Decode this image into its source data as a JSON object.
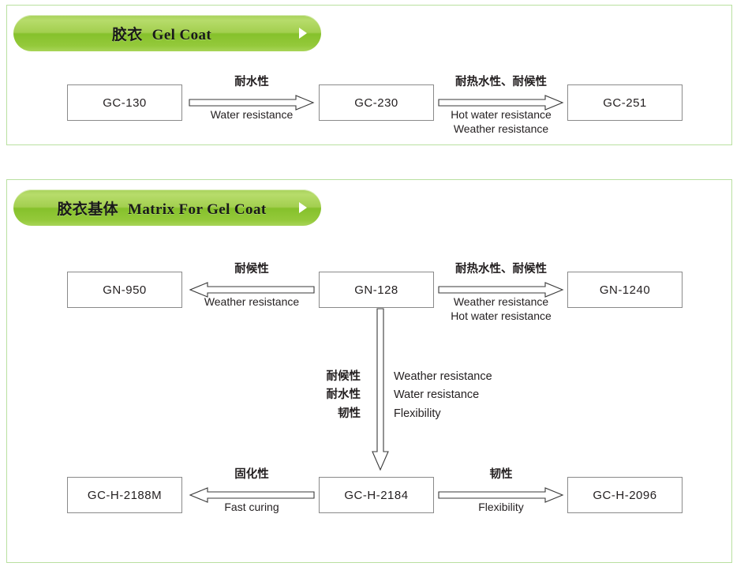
{
  "panels": [
    {
      "id": "gel-coat",
      "header": {
        "cn": "胶衣",
        "en": "Gel Coat",
        "arrow_icon": "play-triangle-icon"
      },
      "nodes": [
        {
          "id": "gc-130",
          "label": "GC-130"
        },
        {
          "id": "gc-230",
          "label": "GC-230"
        },
        {
          "id": "gc-251",
          "label": "GC-251"
        }
      ],
      "arrows": [
        {
          "id": "gc-130-to-gc-230",
          "direction": "right",
          "from": "GC-130",
          "to": "GC-230",
          "cn": [
            "耐水性"
          ],
          "en": [
            "Water resistance"
          ]
        },
        {
          "id": "gc-230-to-gc-251",
          "direction": "right",
          "from": "GC-230",
          "to": "GC-251",
          "cn": [
            "耐热水性、耐候性"
          ],
          "en": [
            "Hot water resistance",
            "Weather resistance"
          ]
        }
      ]
    },
    {
      "id": "matrix-for-gel-coat",
      "header": {
        "cn": "胶衣基体",
        "en": "Matrix For Gel Coat",
        "arrow_icon": "play-triangle-icon"
      },
      "nodes": [
        {
          "id": "gn-950",
          "label": "GN-950"
        },
        {
          "id": "gn-128",
          "label": "GN-128"
        },
        {
          "id": "gn-1240",
          "label": "GN-1240"
        },
        {
          "id": "gc-h-2188m",
          "label": "GC-H-2188M"
        },
        {
          "id": "gc-h-2184",
          "label": "GC-H-2184"
        },
        {
          "id": "gc-h-2096",
          "label": "GC-H-2096"
        }
      ],
      "arrows": [
        {
          "id": "gn-128-to-gn-950",
          "direction": "left",
          "from": "GN-128",
          "to": "GN-950",
          "cn": [
            "耐候性"
          ],
          "en": [
            "Weather resistance"
          ]
        },
        {
          "id": "gn-128-to-gn-1240",
          "direction": "right",
          "from": "GN-128",
          "to": "GN-1240",
          "cn": [
            "耐热水性、耐候性"
          ],
          "en": [
            "Weather resistance",
            "Hot water resistance"
          ]
        },
        {
          "id": "gn-128-to-gc-h-2184",
          "direction": "down",
          "from": "GN-128",
          "to": "GC-H-2184",
          "cn": [
            "耐候性",
            "耐水性",
            "韧性"
          ],
          "en": [
            "Weather resistance",
            "Water resistance",
            "Flexibility"
          ]
        },
        {
          "id": "gc-h-2184-to-gc-h-2188m",
          "direction": "left",
          "from": "GC-H-2184",
          "to": "GC-H-2188M",
          "cn": [
            "固化性"
          ],
          "en": [
            "Fast curing"
          ]
        },
        {
          "id": "gc-h-2184-to-gc-h-2096",
          "direction": "right",
          "from": "GC-H-2184",
          "to": "GC-H-2096",
          "cn": [
            "韧性"
          ],
          "en": [
            "Flexibility"
          ]
        }
      ]
    }
  ],
  "colors": {
    "panel_border": "#b9e0a0",
    "pill_green_light": "#b7dc6b",
    "pill_green_dark": "#85c12b",
    "box_border": "#8a8a8a",
    "text": "#231f20",
    "arrow_stroke": "#3a3a3a"
  }
}
